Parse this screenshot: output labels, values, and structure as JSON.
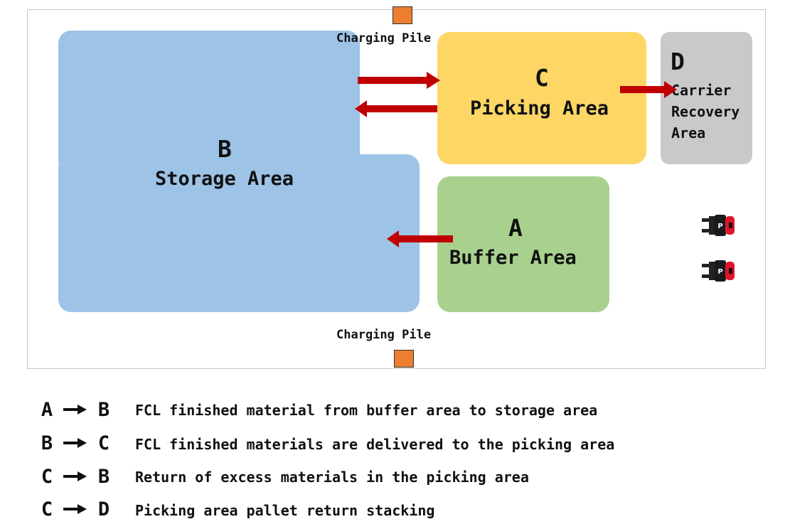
{
  "zones": {
    "storage": {
      "letter": "B",
      "name": "Storage Area",
      "color": "#9dc3e6"
    },
    "picking": {
      "letter": "C",
      "name": "Picking Area",
      "color": "#fdd666"
    },
    "buffer": {
      "letter": "A",
      "name": "Buffer Area",
      "color": "#a9d18e"
    },
    "recovery": {
      "letter": "D",
      "name_lines": [
        "Carrier",
        "Recovery",
        "Area"
      ],
      "color": "#c9c9c9"
    }
  },
  "charging_piles": [
    {
      "label": "Charging Pile",
      "color": "#ed7d31"
    },
    {
      "label": "Charging Pile",
      "color": "#ed7d31"
    }
  ],
  "flow_arrow_color": "#c00000",
  "vehicles": [
    {
      "icon": "agv-vehicle-icon",
      "badge": "P"
    },
    {
      "icon": "agv-vehicle-icon",
      "badge": "P"
    }
  ],
  "legend": [
    {
      "from": "A",
      "to": "B",
      "description": "FCL finished material from buffer area to storage area"
    },
    {
      "from": "B",
      "to": "C",
      "description": "FCL finished materials are delivered to the picking area"
    },
    {
      "from": "C",
      "to": "B",
      "description": "Return of excess materials in the picking area"
    },
    {
      "from": "C",
      "to": "D",
      "description": "Picking area pallet return stacking"
    }
  ]
}
